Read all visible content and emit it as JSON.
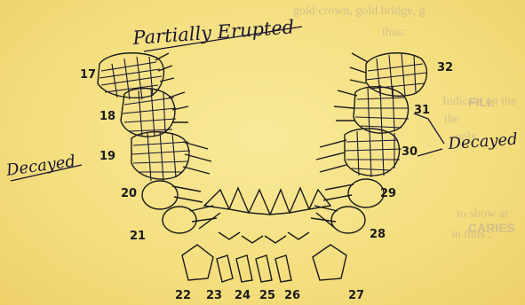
{
  "annotations": {
    "partially_erupted": "Partially Erupted",
    "decayed_left": "Decayed",
    "decayed_right": "Decayed"
  },
  "tooth_numbers": {
    "n17": "17",
    "n18": "18",
    "n19": "19",
    "n20": "20",
    "n21": "21",
    "n22": "22",
    "n23": "23",
    "n24": "24",
    "n25": "25",
    "n26": "26",
    "n27": "27",
    "n28": "28",
    "n29": "29",
    "n30": "30",
    "n31": "31",
    "n32": "32"
  },
  "background_text": {
    "line1": "gold crown, gold bridge, g",
    "line2": "thus:",
    "heading_fill": "FILL",
    "line3": "Indicate on the",
    "line4": "the",
    "line5": "only",
    "heading_caries": "CARIES",
    "line6": "to show ar",
    "line7": "in thus :"
  },
  "colors": {
    "ink": "#1a1630",
    "paper": "#f4de7e"
  }
}
